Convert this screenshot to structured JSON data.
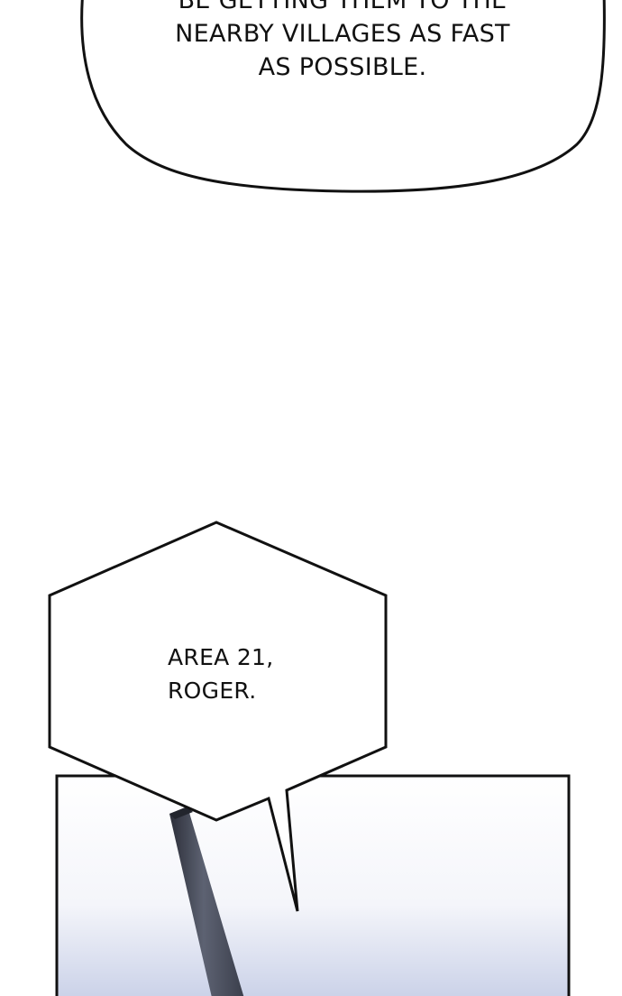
{
  "top_bubble": {
    "lines": [
      "BE GETTING THEM TO THE",
      "NEARBY VILLAGES AS FAST",
      "AS POSSIBLE."
    ]
  },
  "hex_bubble": {
    "lines": [
      "AREA 21,",
      "ROGER."
    ]
  },
  "colors": {
    "ink": "#111111",
    "paper": "#ffffff",
    "pole": "#4a4f5e",
    "sky_low": "#c9d2ea"
  }
}
